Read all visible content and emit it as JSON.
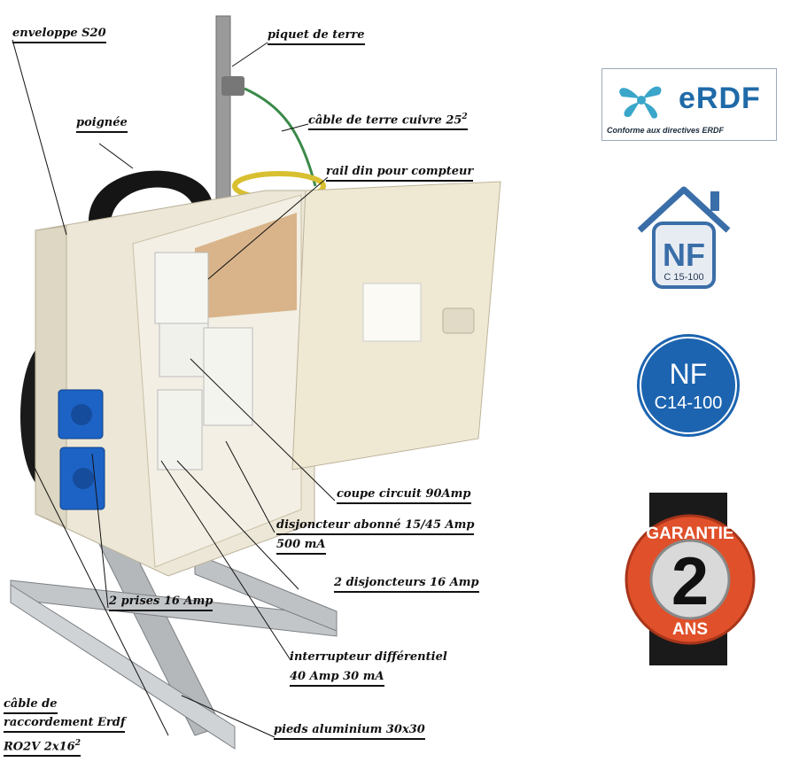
{
  "labels": {
    "enveloppe": "enveloppe S20",
    "piquet": "piquet de terre",
    "poignee": "poignée",
    "cable_terre": "câble de terre cuivre 25",
    "cable_terre_sup": "2",
    "rail": "rail din pour compteur",
    "coupe_circuit": "coupe circuit 90Amp",
    "disjoncteur_abonne_1": "disjoncteur abonné 15/45 Amp",
    "disjoncteur_abonne_2": "500 mA",
    "deux_disjoncteurs": "2 disjoncteurs 16 Amp",
    "deux_prises": "2 prises 16 Amp",
    "interrupteur_1": "interrupteur différentiel",
    "interrupteur_2": "40 Amp 30 mA",
    "pieds": "pieds aluminium 30x30",
    "cable_raccord_1": "câble de",
    "cable_raccord_2": "raccordement Erdf",
    "cable_raccord_3": "RO2V 2x16",
    "cable_raccord_sup": "2"
  },
  "badges": {
    "erdf": {
      "name": "eRDF",
      "subtitle": "Conforme aux directives ERDF",
      "color": "#1f6aa8"
    },
    "nf_house": {
      "mark": "NF",
      "code": "C 15-100",
      "color": "#3a6ea8"
    },
    "nf_circle": {
      "mark": "NF",
      "code": "C14-100",
      "color": "#1c64b0"
    },
    "garantie": {
      "word": "GARANTIE",
      "number": "2",
      "unit": "ANS",
      "color": "#e0502a"
    }
  }
}
